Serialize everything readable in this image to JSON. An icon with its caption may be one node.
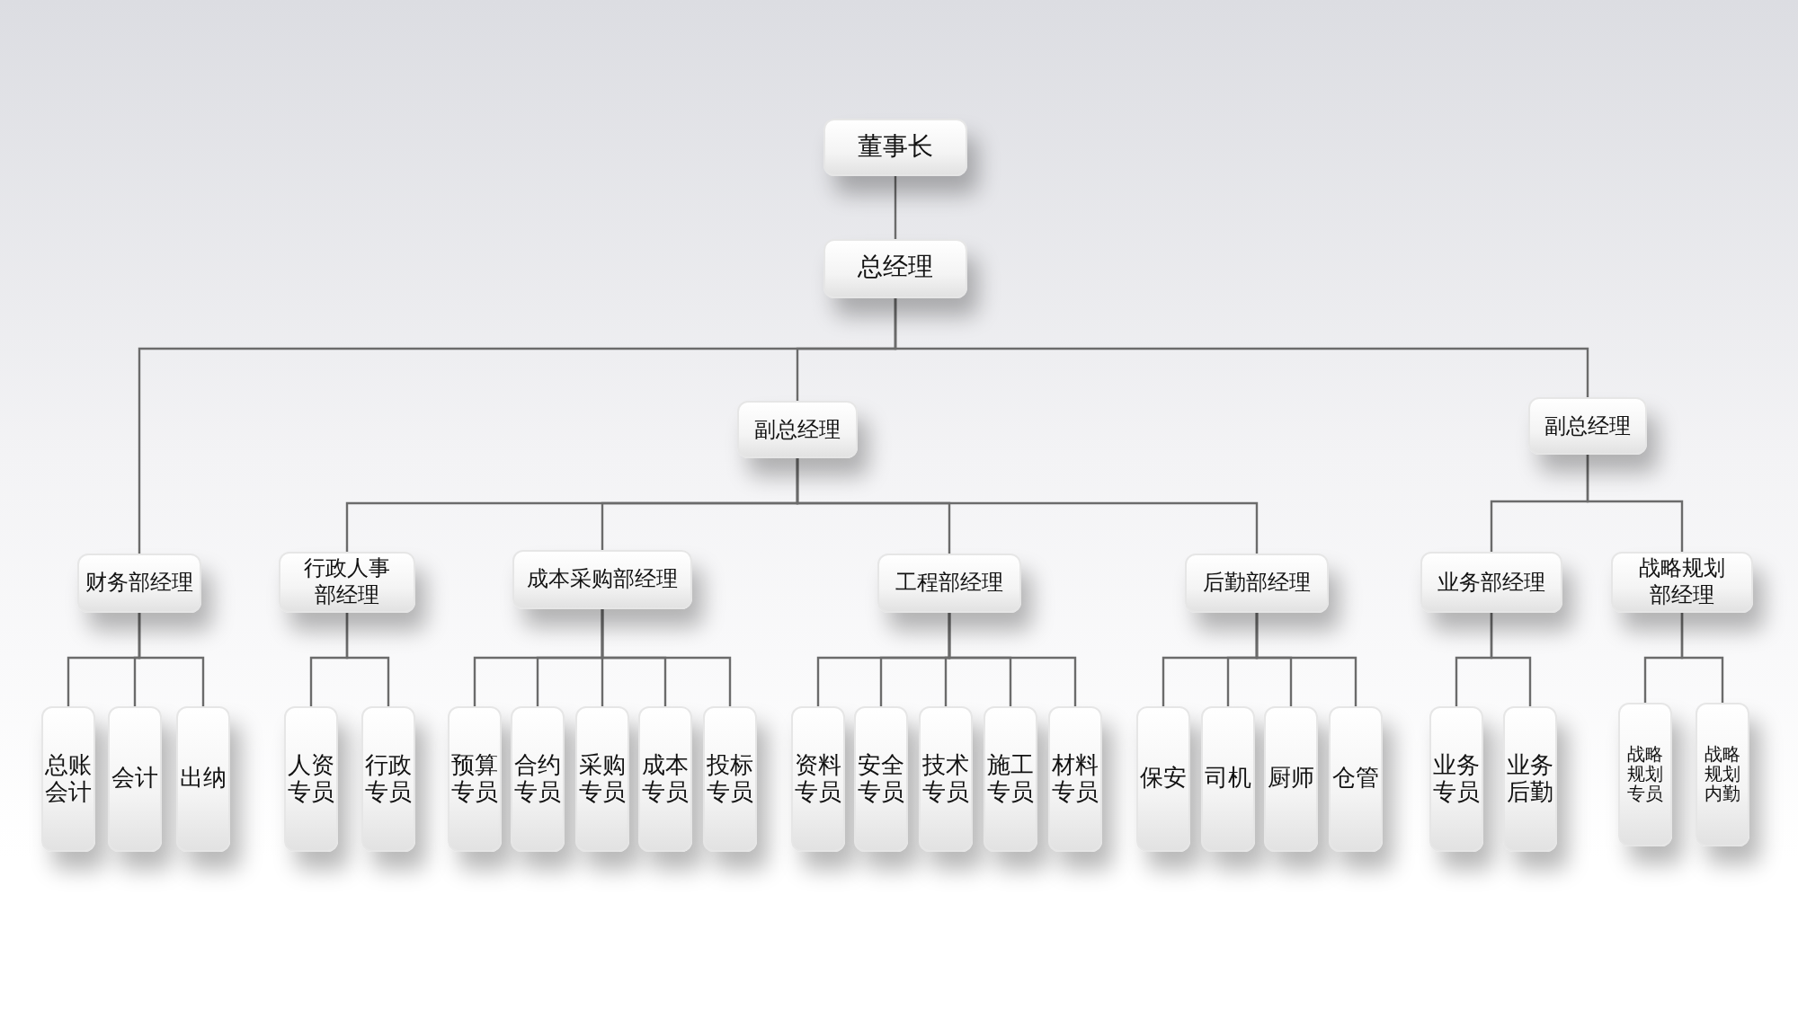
{
  "diagram": {
    "nodes": [
      {
        "text": [
          "董事长"
        ]
      },
      {
        "text": [
          "总经理"
        ]
      },
      {
        "text": [
          "副总经理"
        ]
      },
      {
        "text": [
          "副总经理"
        ]
      },
      {
        "text": [
          "财务部经理"
        ]
      },
      {
        "text": [
          "行政人事部经理"
        ]
      },
      {
        "text": [
          "成本采购部经理"
        ]
      },
      {
        "text": [
          "工程部经理"
        ]
      },
      {
        "text": [
          "后勤部经理"
        ]
      },
      {
        "text": [
          "业务部经理"
        ]
      },
      {
        "text": [
          "战略规划部经理"
        ]
      },
      {
        "text": [
          "总账会计"
        ]
      },
      {
        "text": [
          "会计"
        ]
      },
      {
        "text": [
          "出纳"
        ]
      },
      {
        "text": [
          "人资专员"
        ]
      },
      {
        "text": [
          "行政专员"
        ]
      },
      {
        "text": [
          "预算专员"
        ]
      },
      {
        "text": [
          "合约专员"
        ]
      },
      {
        "text": [
          "采购专员"
        ]
      },
      {
        "text": [
          "成本专员"
        ]
      },
      {
        "text": [
          "投标专员"
        ]
      },
      {
        "text": [
          "资料专员"
        ]
      },
      {
        "text": [
          "安全专员"
        ]
      },
      {
        "text": [
          "技术专员"
        ]
      },
      {
        "text": [
          "施工专员"
        ]
      },
      {
        "text": [
          "材料专员"
        ]
      },
      {
        "text": [
          "保安"
        ]
      },
      {
        "text": [
          "司机"
        ]
      },
      {
        "text": [
          "厨师"
        ]
      },
      {
        "text": [
          "仓管"
        ]
      },
      {
        "text": [
          "业务专员"
        ]
      },
      {
        "text": [
          "业务后勤"
        ]
      },
      {
        "text": [
          "战略规划专员"
        ]
      },
      {
        "text": [
          "战略规划内勤"
        ]
      }
    ],
    "edges": [
      {
        "from": 0,
        "to": 1,
        "arrow": "none"
      },
      {
        "from": 1,
        "to": 4,
        "arrow": "none"
      },
      {
        "from": 1,
        "to": 2,
        "arrow": "none"
      },
      {
        "from": 1,
        "to": 3,
        "arrow": "none"
      },
      {
        "from": 2,
        "to": 5,
        "arrow": "none"
      },
      {
        "from": 2,
        "to": 6,
        "arrow": "none"
      },
      {
        "from": 2,
        "to": 7,
        "arrow": "none"
      },
      {
        "from": 2,
        "to": 8,
        "arrow": "none"
      },
      {
        "from": 3,
        "to": 9,
        "arrow": "none"
      },
      {
        "from": 3,
        "to": 10,
        "arrow": "none"
      },
      {
        "from": 4,
        "to": 11,
        "arrow": "none"
      },
      {
        "from": 4,
        "to": 12,
        "arrow": "none"
      },
      {
        "from": 4,
        "to": 13,
        "arrow": "none"
      },
      {
        "from": 5,
        "to": 14,
        "arrow": "none"
      },
      {
        "from": 5,
        "to": 15,
        "arrow": "none"
      },
      {
        "from": 6,
        "to": 16,
        "arrow": "none"
      },
      {
        "from": 6,
        "to": 17,
        "arrow": "none"
      },
      {
        "from": 6,
        "to": 18,
        "arrow": "none"
      },
      {
        "from": 6,
        "to": 19,
        "arrow": "none"
      },
      {
        "from": 6,
        "to": 20,
        "arrow": "none"
      },
      {
        "from": 7,
        "to": 21,
        "arrow": "none"
      },
      {
        "from": 7,
        "to": 22,
        "arrow": "none"
      },
      {
        "from": 7,
        "to": 23,
        "arrow": "none"
      },
      {
        "from": 7,
        "to": 24,
        "arrow": "none"
      },
      {
        "from": 7,
        "to": 25,
        "arrow": "none"
      },
      {
        "from": 8,
        "to": 26,
        "arrow": "none"
      },
      {
        "from": 8,
        "to": 27,
        "arrow": "none"
      },
      {
        "from": 8,
        "to": 28,
        "arrow": "none"
      },
      {
        "from": 8,
        "to": 29,
        "arrow": "none"
      },
      {
        "from": 9,
        "to": 30,
        "arrow": "none"
      },
      {
        "from": 9,
        "to": 31,
        "arrow": "none"
      },
      {
        "from": 10,
        "to": 32,
        "arrow": "none"
      },
      {
        "from": 10,
        "to": 33,
        "arrow": "none"
      }
    ]
  }
}
